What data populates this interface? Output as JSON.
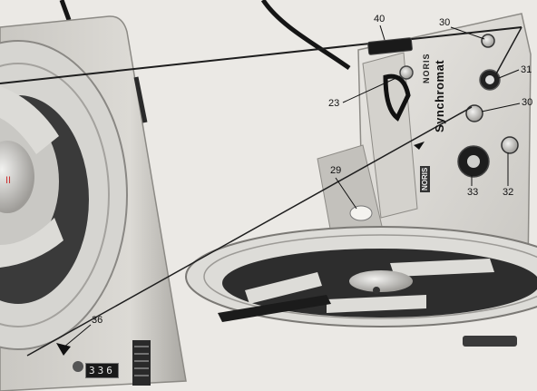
{
  "callouts": {
    "c40": "40",
    "c30a": "30",
    "c31": "31",
    "c23": "23",
    "c30b": "30",
    "c29": "29",
    "c33": "33",
    "c32": "32",
    "c36": "36"
  },
  "device": {
    "brand_small": "NORIS",
    "brand_large": "Synchromat",
    "side_brand": "NORIS",
    "counter": "336",
    "reel_mark": "II"
  },
  "colors": {
    "background": "#eae8e4",
    "metal": "#cfcdc8",
    "dark": "#1b1b1b",
    "reel": "#d9d8d4"
  }
}
